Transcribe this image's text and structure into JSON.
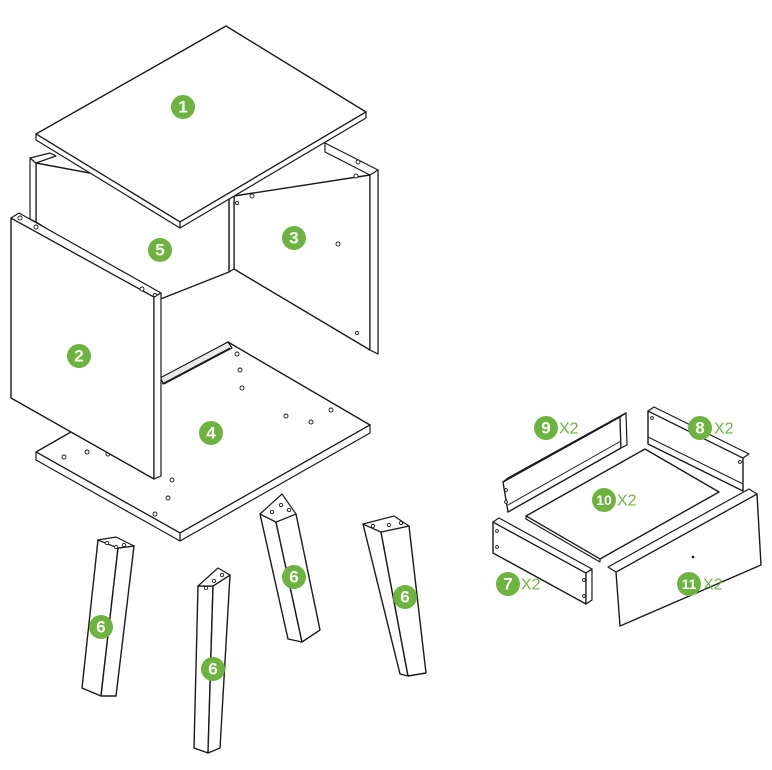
{
  "colors": {
    "callout": "#6db33f",
    "line": "#1a1a1a",
    "panel": "#ffffff"
  },
  "callouts": [
    {
      "id": "p1",
      "label": "1"
    },
    {
      "id": "p2",
      "label": "2"
    },
    {
      "id": "p3",
      "label": "3"
    },
    {
      "id": "p4",
      "label": "4"
    },
    {
      "id": "p5",
      "label": "5"
    },
    {
      "id": "p6a",
      "label": "6"
    },
    {
      "id": "p6b",
      "label": "6"
    },
    {
      "id": "p6c",
      "label": "6"
    },
    {
      "id": "p6d",
      "label": "6"
    },
    {
      "id": "p7",
      "label": "7",
      "qty": "X2"
    },
    {
      "id": "p8",
      "label": "8",
      "qty": "X2"
    },
    {
      "id": "p9",
      "label": "9",
      "qty": "X2"
    },
    {
      "id": "p10",
      "label": "10",
      "qty": "X2"
    },
    {
      "id": "p11",
      "label": "11",
      "qty": "X2"
    }
  ]
}
